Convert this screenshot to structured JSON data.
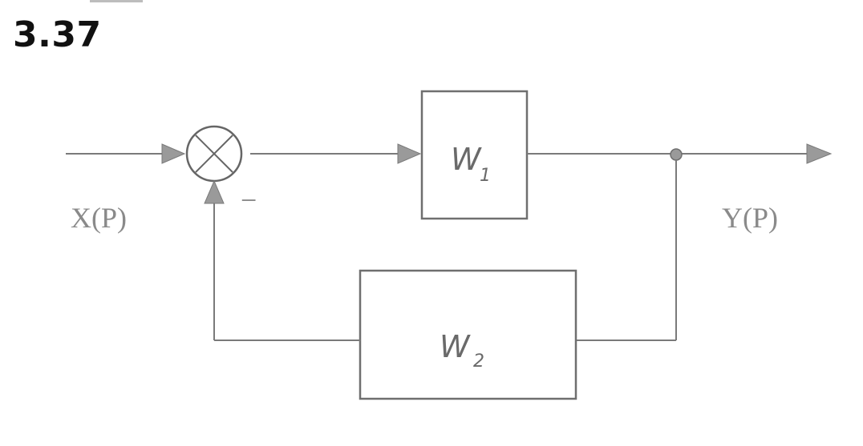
{
  "figure": {
    "number": "3.37"
  },
  "diagram": {
    "input_label": "X(P)",
    "output_label": "Y(P)",
    "feedback_sign": "−",
    "block1": {
      "symbol": "W",
      "subscript": "1"
    },
    "block2": {
      "symbol": "W",
      "subscript": "2"
    },
    "colors": {
      "line": "#7a7a7a",
      "arrow": "#9a9a9a",
      "box": "#6f6f6f",
      "label": "#8a8a8a"
    }
  }
}
